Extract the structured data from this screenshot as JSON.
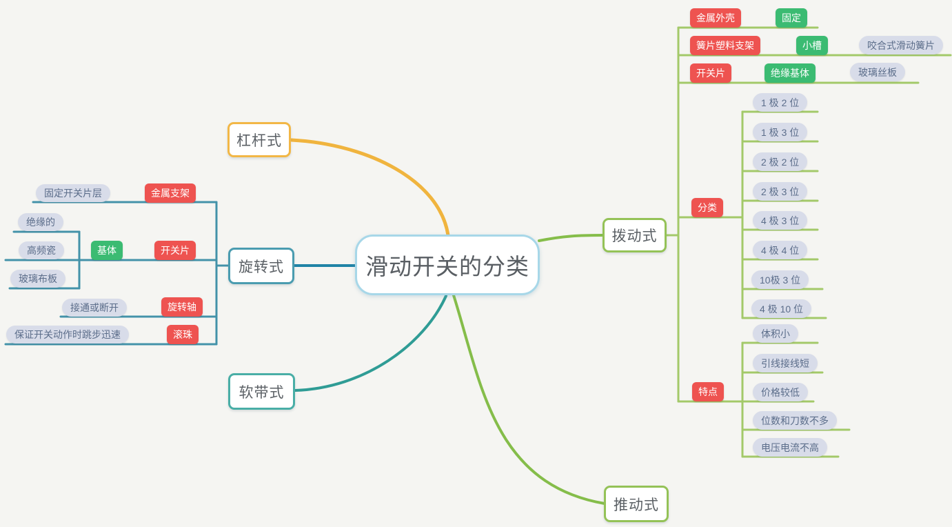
{
  "title": "滑动开关的分类",
  "colors": {
    "background": "#f5f5f2",
    "red_tag": "#ee5350",
    "green_tag": "#3bbb72",
    "gray_pill_bg": "#d8dce9",
    "gray_pill_text": "#5b6d8a",
    "left_branch_line": "#4392a9",
    "right_branch_line": "#a3c969",
    "lever_accent": "#f0b43e",
    "rotary_accent": "#2083a6",
    "soft_belt_accent": "#2f9c95",
    "toggle_accent": "#85bd4a",
    "root_border": "#a7d7e8"
  },
  "branches": {
    "lever": {
      "label": "杠杆式"
    },
    "rotary": {
      "label": "旋转式"
    },
    "soft_belt": {
      "label": "软带式"
    },
    "toggle": {
      "label": "拨动式"
    },
    "push": {
      "label": "推动式"
    }
  },
  "rotary_detail": {
    "metal_bracket": "金属支架",
    "metal_bracket_note": "固定开关片层",
    "switch_blade": "开关片",
    "base": "基体",
    "base_materials": [
      "绝缘的",
      "高频瓷",
      "玻璃布板"
    ],
    "shaft": "旋转轴",
    "shaft_note": "接通或断开",
    "ball": "滚珠",
    "ball_note": "保证开关动作时跳步迅速"
  },
  "toggle_detail": {
    "metal_shell": "金属外壳",
    "metal_shell_note": "固定",
    "spring_bracket": "簧片塑料支架",
    "spring_bracket_note": "小槽",
    "spring_bracket_part": "咬合式滑动簧片",
    "switch_blade": "开关片",
    "switch_blade_note": "绝缘基体",
    "switch_blade_part": "玻璃丝板",
    "category_label": "分类",
    "category_items": [
      "1 极 2 位",
      "1 极 3 位",
      "2 极 2 位",
      "2 极 3 位",
      "4 极 3 位",
      "4 极 4 位",
      "10极 3 位",
      "4 极 10 位"
    ],
    "features_label": "特点",
    "feature_items": [
      "体积小",
      "引线接线短",
      "价格较低",
      "位数和刀数不多",
      "电压电流不高"
    ]
  }
}
